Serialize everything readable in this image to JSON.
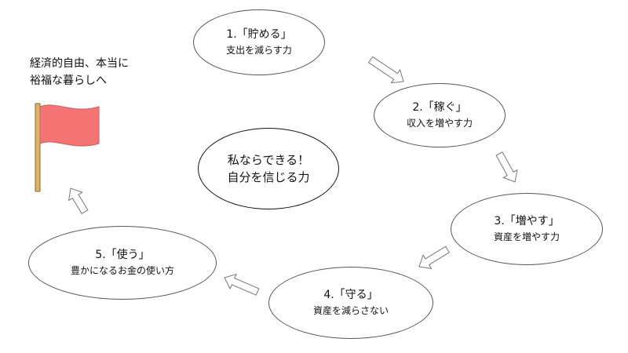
{
  "goal": {
    "line1": "経済的自由、本当に",
    "line2": "裕福な暮らしへ"
  },
  "center": {
    "line1": "私ならできる！",
    "line2": "自分を信じる力"
  },
  "steps": [
    {
      "title": "1.「貯める」",
      "subtitle": "支出を減らす力"
    },
    {
      "title": "2.「稼ぐ」",
      "subtitle": "収入を増やす力"
    },
    {
      "title": "3.「増やす」",
      "subtitle": "資産を増やす力"
    },
    {
      "title": "4.「守る」",
      "subtitle": "資産を減らさない"
    },
    {
      "title": "5.「使う」",
      "subtitle": "豊かになるお金の使い方"
    }
  ],
  "colors": {
    "flag": "#f47474",
    "flag_border": "#c86060",
    "pole": "#d9b56c",
    "pole_border": "#8a6a2a",
    "arrow_fill": "#ffffff",
    "arrow_stroke": "#777777"
  },
  "icons": {
    "goal": "flag-icon",
    "flow": "arrow-icon"
  }
}
